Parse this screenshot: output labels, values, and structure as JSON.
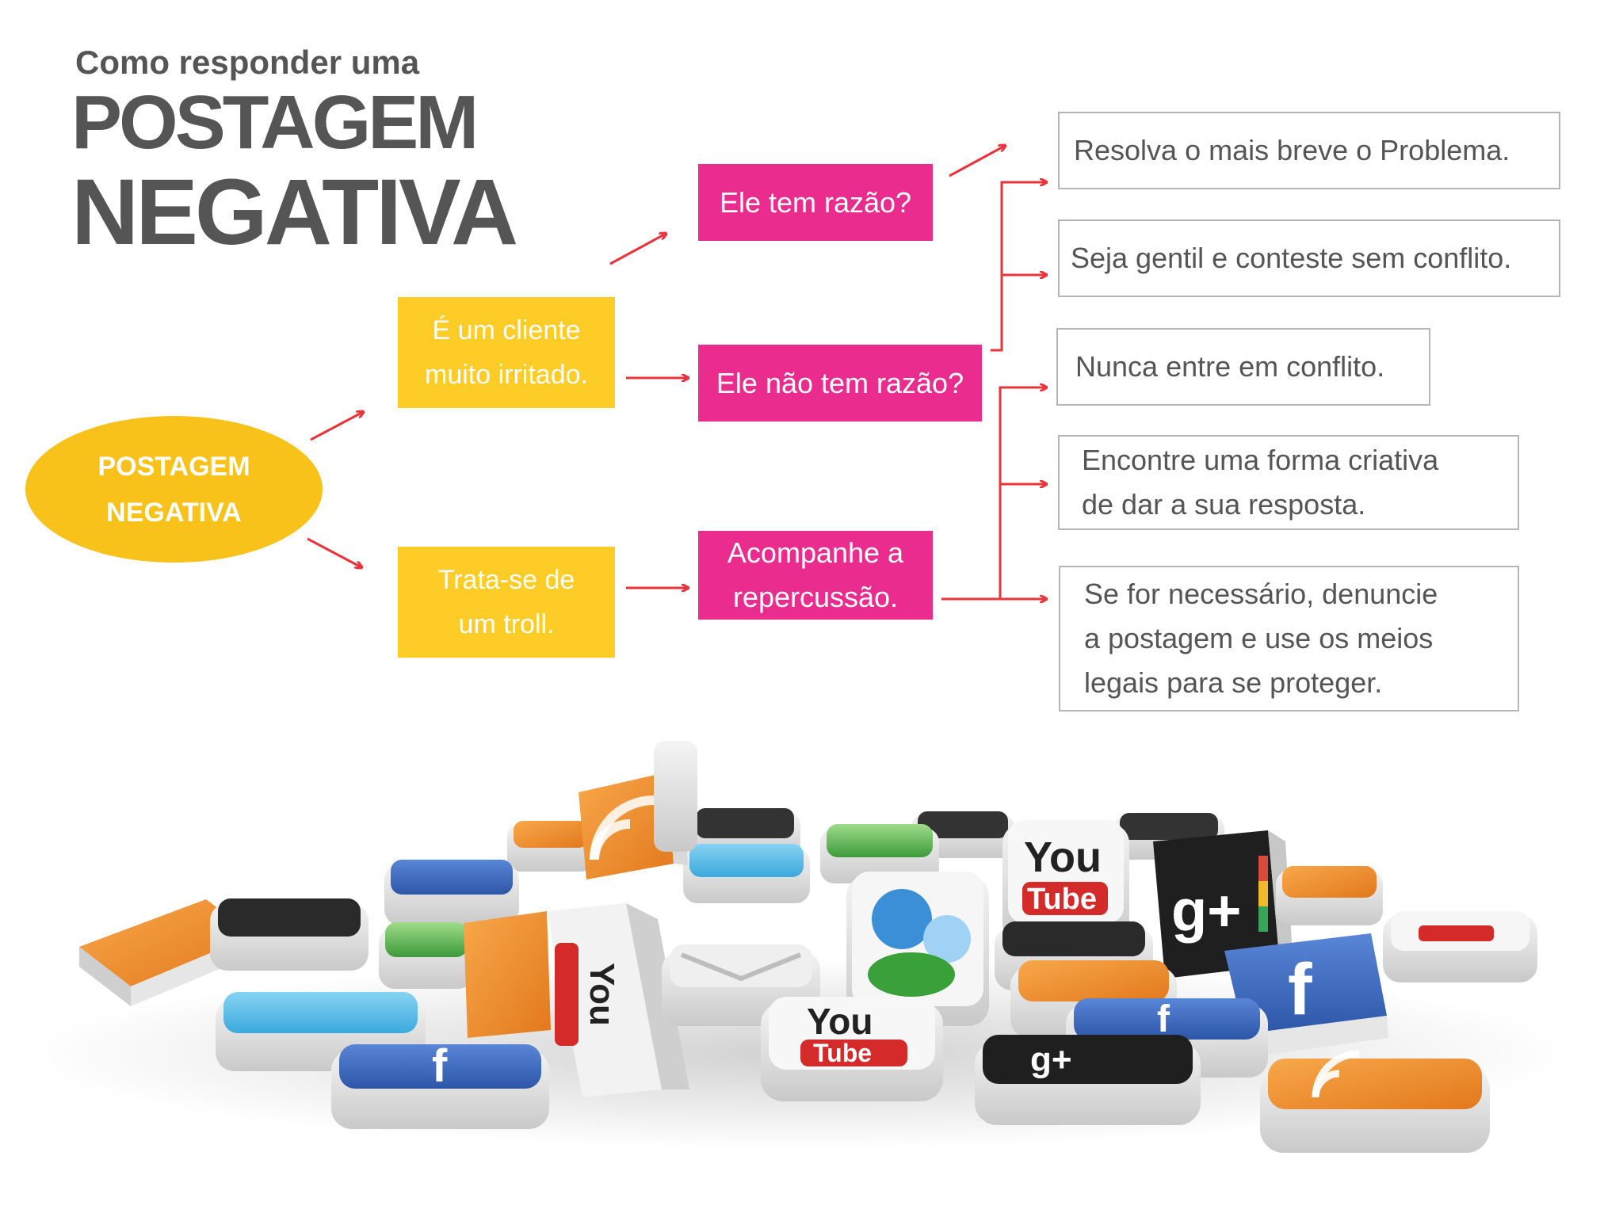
{
  "title": {
    "line_small": "Como responder uma",
    "line1": "POSTAGEM",
    "line2": "NEGATIVA"
  },
  "root": {
    "line1": "POSTAGEM",
    "line2": "NEGATIVA"
  },
  "branches": {
    "irritated": {
      "line1": "É um cliente",
      "line2": "muito irritado."
    },
    "troll": {
      "line1": "Trata-se de",
      "line2": "um troll."
    }
  },
  "questions": {
    "right": "Ele tem razão?",
    "wrong": "Ele não tem razão?",
    "follow_line1": "Acompanhe a",
    "follow_line2": "repercussão."
  },
  "actions": {
    "resolve": "Resolva o mais breve o Problema.",
    "gentle": "Seja gentil e conteste sem conflito.",
    "no_conflict": "Nunca entre em conflito.",
    "creative_line1": "Encontre uma forma criativa",
    "creative_line2": "de dar a sua resposta.",
    "report_line1": "Se for necessário, denuncie",
    "report_line2": "a postagem e use os meios",
    "report_line3": "legais para se proteger."
  },
  "colors": {
    "title": "#555555",
    "yellow": "#fecc27",
    "ellipse": "#f9c21b",
    "magenta": "#e92c8d",
    "arrow": "#e8343a",
    "box_border": "#b5b5b5"
  },
  "illustration": {
    "description_icons": [
      "facebook-icon",
      "youtube-icon",
      "rss-icon",
      "twitter-icon",
      "google-plus-icon",
      "messenger-icon",
      "email-icon"
    ],
    "youtube_label_1": "You",
    "youtube_label_2": "Tube"
  }
}
